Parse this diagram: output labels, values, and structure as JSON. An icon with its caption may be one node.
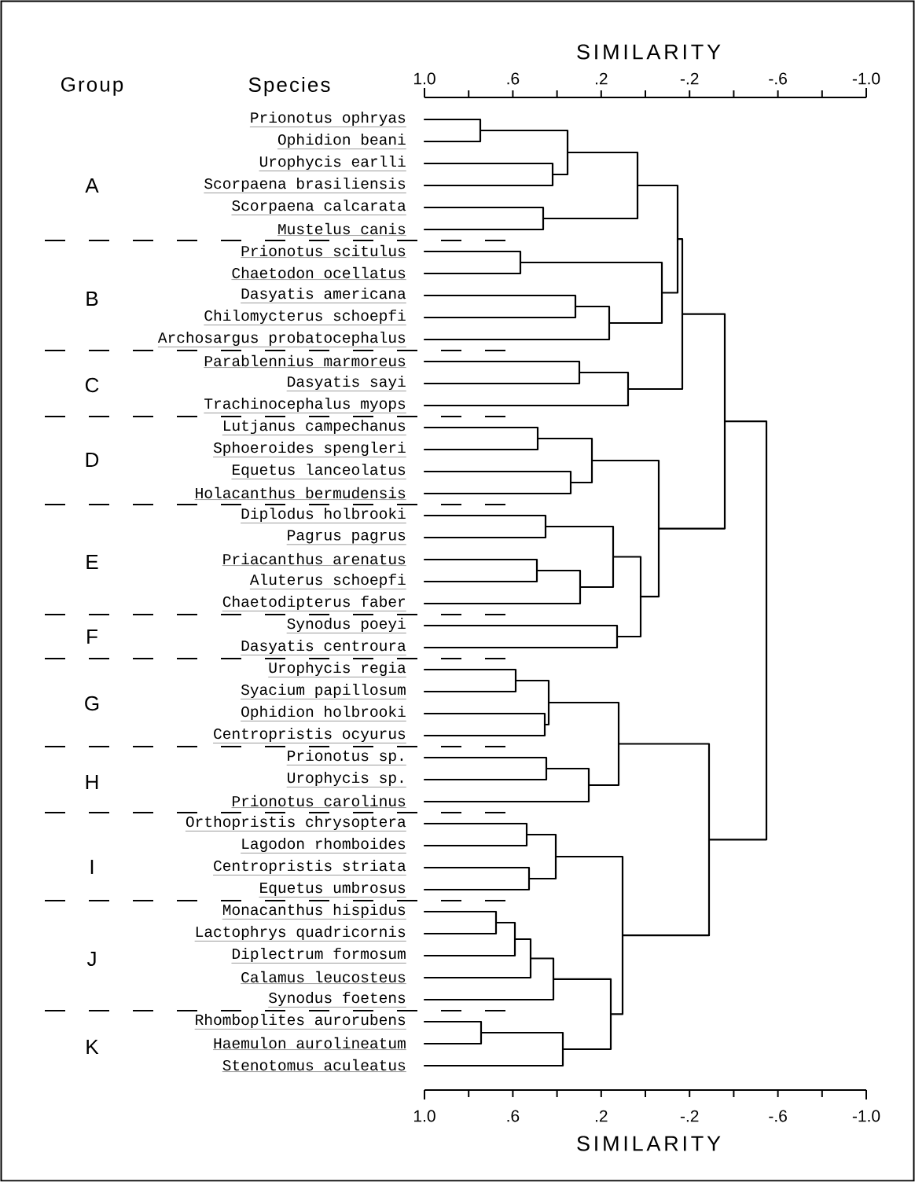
{
  "diagram": {
    "labels": [
      "SIMILARITY",
      "Group",
      "Species",
      "1.0",
      ".6",
      ".2",
      "-.2",
      "-.6",
      "-1.0",
      "Prionotus ophryas",
      "Ophidion beani",
      "Urophycis earlli",
      "Scorpaena brasiliensis",
      "Scorpaena calcarata",
      "Mustelus canis",
      "Prionotus scitulus",
      "Chaetodon ocellatus",
      "Dasyatis americana",
      "Chilomycterus schoepfi",
      "Archosargus probatocephalus",
      "Parablennius marmoreus",
      "Dasyatis sayi",
      "Trachinocephalus myops",
      "Lutjanus campechanus",
      "Sphoeroides spengleri",
      "Equetus lanceolatus",
      "Holacanthus bermudensis",
      "Diplodus holbrooki",
      "Pagrus pagrus",
      "Priacanthus arenatus",
      "Aluterus schoepfi",
      "Chaetodipterus faber",
      "Synodus poeyi",
      "Dasyatis centroura",
      "Urophycis regia",
      "Syacium papillosum",
      "Ophidion holbrooki",
      "Centropristis ocyurus",
      "Prionotus sp.",
      "Urophycis sp.",
      "Prionotus carolinus",
      "Orthopristis chrysoptera",
      "Lagodon rhomboides",
      "Centropristis striata",
      "Equetus umbrosus",
      "Monacanthus hispidus",
      "Lactophrys quadricornis",
      "Diplectrum formosum",
      "Calamus leucosteus",
      "Synodus foetens",
      "Rhomboplites aurorubens",
      "Haemulon aurolineatum",
      "Stenotomus aculeatus",
      "A",
      "B",
      "C",
      "D",
      "E",
      "F",
      "G",
      "H",
      "I",
      "J",
      "K",
      "1.0",
      ".6",
      ".2",
      "-.2",
      "-.6",
      "-1.0",
      "SIMILARITY"
    ]
  }
}
